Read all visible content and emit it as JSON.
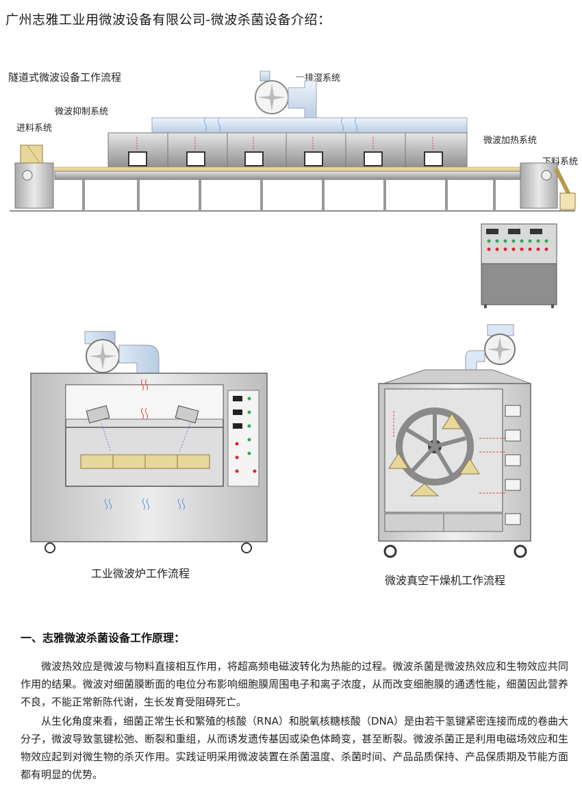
{
  "title": "广州志雅工业用微波设备有限公司-微波杀菌设备介绍：",
  "tunnel_diagram": {
    "heading": "隧道式微波设备工作流程",
    "labels": {
      "exhaust": "排湿系统",
      "suppression": "微波抑制系统",
      "feed": "进料系统",
      "heating": "微波加热系统",
      "discharge": "下料系统"
    }
  },
  "oven_caption": "工业微波炉工作流程",
  "vacuum_caption": "微波真空干燥机工作流程",
  "section": {
    "heading": "一、志雅微波杀菌设备工作原理：",
    "paragraph1": "微波热效应是微波与物料直接相互作用，将超高频电磁波转化为热能的过程。微波杀菌是微波热效应和生物效应共同作用的结果。微波对细菌膜断面的电位分布影响细胞膜周围电子和离子浓度，从而改变细胞膜的通透性能，细菌因此营养不良，不能正常新陈代谢，生长发育受阻碍死亡。",
    "paragraph2": "从生化角度来看，细菌正常生长和繁殖的核酸（RNA）和脱氧核糖核酸（DNA）是由若干氢键紧密连接而成的卷曲大分子，微波导致氢键松弛、断裂和重组，从而诱发遗传基因或染色体畸变，甚至断裂。微波杀菌正是利用电磁场效应和生物效应起到对微生物的杀灭作用。实践证明采用微波装置在杀菌温度、杀菌时间、产品品质保持、产品保质期及节能方面都有明显的优势。"
  },
  "colors": {
    "steel": "#c9c9c9",
    "steel_dark": "#8a8a8a",
    "duct_blue": "#cfe0f2",
    "product": "#e8d79a",
    "heat_red": "#e23b3b",
    "vapor_blue": "#4a90d9"
  }
}
